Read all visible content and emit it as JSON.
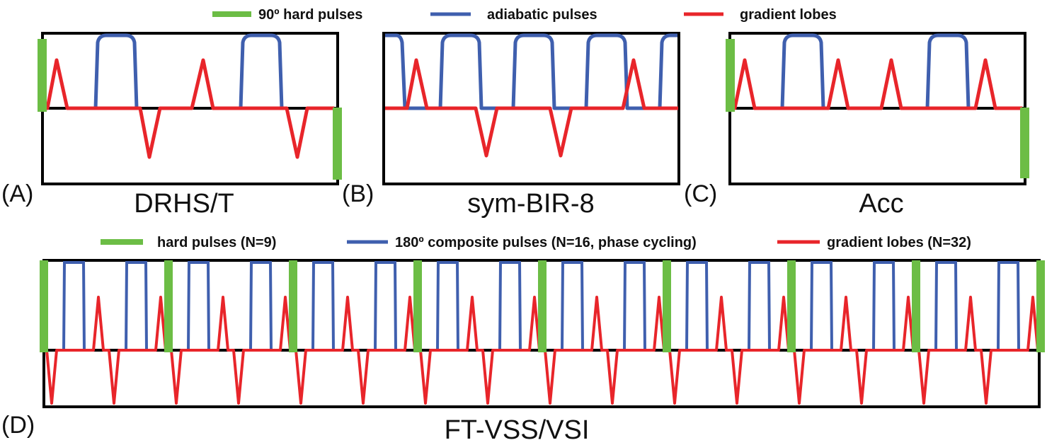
{
  "colors": {
    "hard_pulse": "#6cbd45",
    "adiabatic_pulse": "#3f5fae",
    "gradient": "#e8252a",
    "frame": "#000000"
  },
  "legend_top": {
    "hard": "90º hard pulses",
    "adiabatic": "adiabatic pulses",
    "gradient": "gradient lobes"
  },
  "legend_bottom": {
    "hard": "hard pulses (N=9)",
    "composite": "180º composite pulses (N=16, phase cycling)",
    "gradient": "gradient lobes (N=32)"
  },
  "panels": {
    "a": {
      "letter": "(A)",
      "title": "DRHS/T"
    },
    "b": {
      "letter": "(B)",
      "title": "sym-BIR-8"
    },
    "c": {
      "letter": "(C)",
      "title": "Acc"
    },
    "d": {
      "letter": "(D)",
      "title": "FT-VSS/VSI"
    }
  }
}
